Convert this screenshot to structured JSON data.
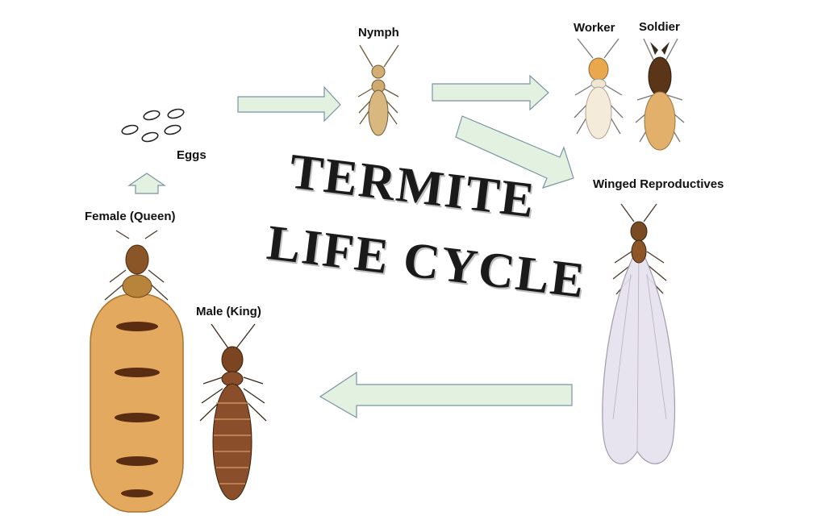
{
  "title": {
    "line1": "TERMITE",
    "line2": "LIFE CYCLE"
  },
  "stages": {
    "eggs": "Eggs",
    "nymph": "Nymph",
    "worker": "Worker",
    "soldier": "Soldier",
    "winged": "Winged Reproductives",
    "king": "Male (King)",
    "queen": "Female (Queen)"
  },
  "colors": {
    "arrow_fill": "#e3f1e1",
    "arrow_stroke": "#7a94a3",
    "queen_abdomen": "#e3a95e",
    "king_body": "#8a4e2a",
    "wing": "#e6e1ee"
  }
}
